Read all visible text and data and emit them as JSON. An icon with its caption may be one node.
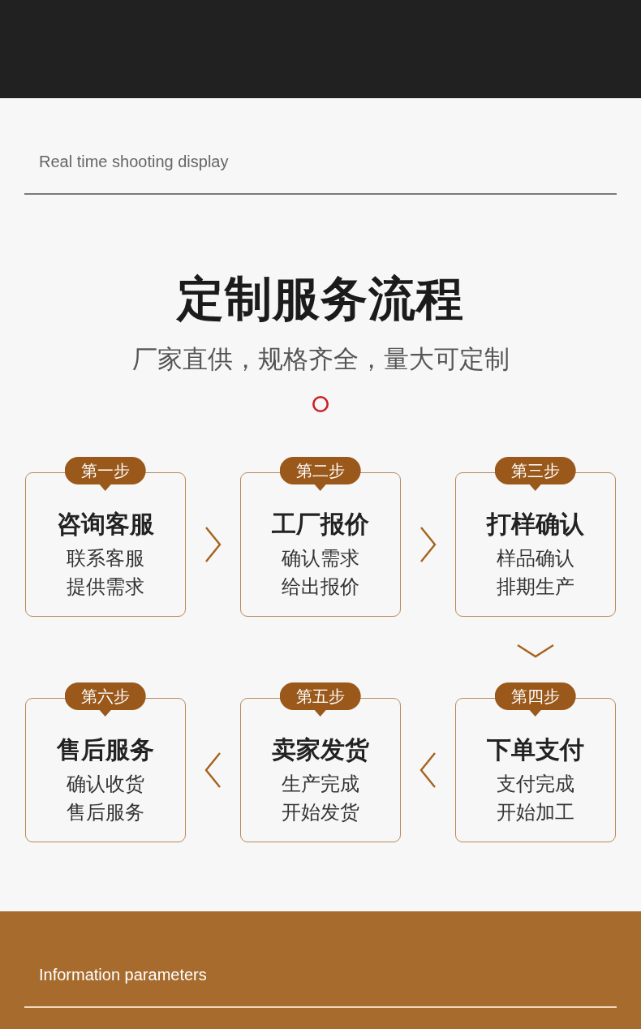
{
  "diagram": {
    "title": "定制服务流程",
    "nodes": [
      {
        "text": [
          "第一步",
          "咨询客服",
          "联系客服",
          "提供需求"
        ]
      },
      {
        "text": [
          "第二步",
          "工厂报价",
          "确认需求",
          "给出报价"
        ]
      },
      {
        "text": [
          "第三步",
          "打样确认",
          "样品确认",
          "排期生产"
        ]
      },
      {
        "text": [
          "第四步",
          "下单支付",
          "支付完成",
          "开始加工"
        ]
      },
      {
        "text": [
          "第五步",
          "卖家发货",
          "生产完成",
          "开始发货"
        ]
      },
      {
        "text": [
          "第六步",
          "售后服务",
          "确认收货",
          "售后服务"
        ]
      }
    ],
    "edges": [
      {
        "from": 0,
        "to": 1,
        "arrow": "to"
      },
      {
        "from": 1,
        "to": 2,
        "arrow": "to"
      },
      {
        "from": 2,
        "to": 3,
        "arrow": "to"
      },
      {
        "from": 3,
        "to": 4,
        "arrow": "to"
      },
      {
        "from": 4,
        "to": 5,
        "arrow": "to"
      }
    ],
    "labels": [
      "Real time shooting display",
      "厂家直供，规格齐全，量大可定制",
      "Information parameters"
    ]
  }
}
